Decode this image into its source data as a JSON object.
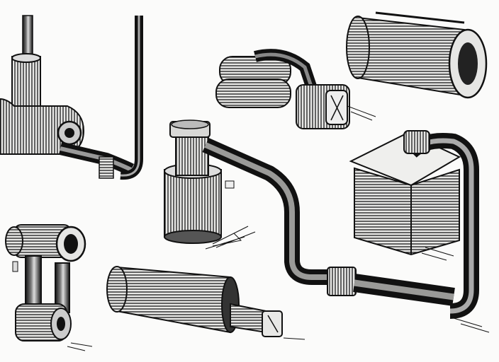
{
  "scene": {
    "description_visible_text": "",
    "ink_color": "#111111",
    "paper_color": "#fbfbfa",
    "objects": [
      {
        "name": "vertical-pipe-with-boiler",
        "kind": "sketch-object"
      },
      {
        "name": "twin-cylinder-coupling",
        "kind": "sketch-object"
      },
      {
        "name": "large-horizontal-drum",
        "kind": "sketch-object"
      },
      {
        "name": "standpipe-tank",
        "kind": "sketch-object"
      },
      {
        "name": "long-bent-pipe",
        "kind": "sketch-object"
      },
      {
        "name": "box-with-pipe",
        "kind": "sketch-object"
      },
      {
        "name": "u-shaped-pipe-assembly",
        "kind": "sketch-object"
      },
      {
        "name": "horizontal-cylinder-with-nozzle",
        "kind": "sketch-object"
      }
    ]
  }
}
